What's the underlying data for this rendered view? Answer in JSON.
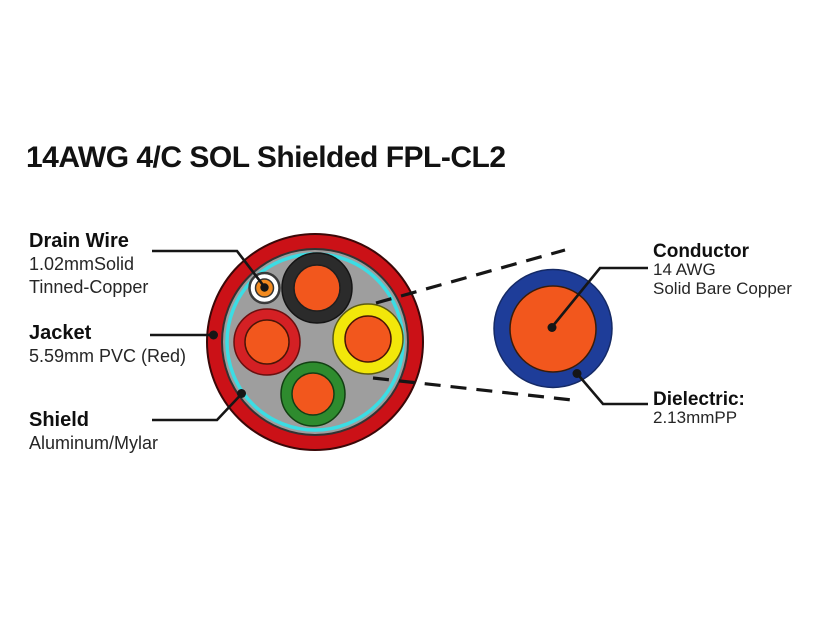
{
  "title": "14AWG 4/C SOL Shielded FPL-CL2",
  "labels": {
    "drain_wire": {
      "title": "Drain Wire",
      "line1": "1.02mmSolid",
      "line2": "Tinned-Copper"
    },
    "jacket": {
      "title": "Jacket",
      "line1": "5.59mm PVC (Red)"
    },
    "shield": {
      "title": "Shield",
      "line1": "Aluminum/Mylar"
    },
    "conductor": {
      "title": "Conductor",
      "line1": "14 AWG",
      "line2": "Solid Bare Copper"
    },
    "dielectric": {
      "title": "Dielectric:",
      "line1": "2.13mmPP"
    }
  },
  "colors": {
    "jacket_red": "#cb1117",
    "shield_cyan": "#3bdde4",
    "filler_gray": "#9e9e9e",
    "insulation_black": "#2b2b2b",
    "insulation_red": "#d42024",
    "insulation_yellow": "#f2e70a",
    "insulation_green": "#2e8b2e",
    "conductor_orange": "#f2571d",
    "drain_orange": "#f28a20",
    "dielectric_blue": "#1e3d99",
    "line_black": "#161616"
  }
}
